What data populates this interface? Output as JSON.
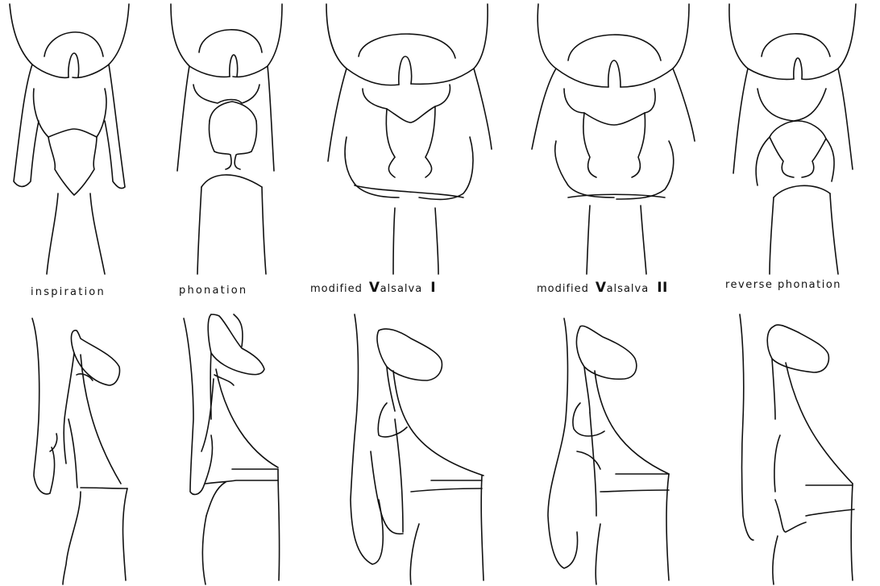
{
  "labels": {
    "panel1": "inspiration",
    "panel2": "phonation",
    "panel3": {
      "prefix": "modified",
      "V": "V",
      "rest": "alsalva",
      "numeral": "I"
    },
    "panel4": {
      "prefix": "modified",
      "V": "V",
      "rest": "alsalva",
      "numeral": "II"
    },
    "panel5": "reverse phonation"
  }
}
